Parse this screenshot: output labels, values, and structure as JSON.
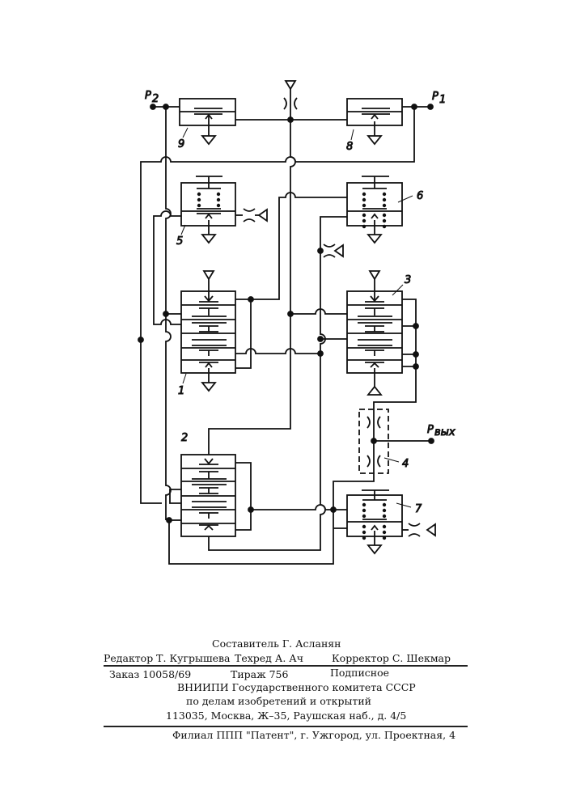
{
  "diagram": {
    "labels": {
      "p2": "P",
      "p2_sub": "2",
      "p1": "P",
      "p1_sub": "1",
      "pout": "P",
      "pout_sub": "вых",
      "n1": "1",
      "n2": "2",
      "n3": "3",
      "n4": "4",
      "n5": "5",
      "n6": "6",
      "n7": "7",
      "n8": "8",
      "n9": "9"
    }
  },
  "footer": {
    "compiler": "Составитель Г. Асланян",
    "editor": "Редактор Т. Кугрышева",
    "techred": "Техред А. Ач",
    "corrector": "Корректор  С. Шекмар",
    "order": "Заказ 10058/69",
    "circulation": "Тираж 756",
    "subscription": "Подписное",
    "org1": "ВНИИПИ Государственного комитета СССР",
    "org2": "по делам изобретений и открытий",
    "address": "113035, Москва, Ж–35, Раушская наб., д. 4/5",
    "branch": "Филиал ППП \"Патент\", г. Ужгород, ул. Проектная, 4"
  }
}
